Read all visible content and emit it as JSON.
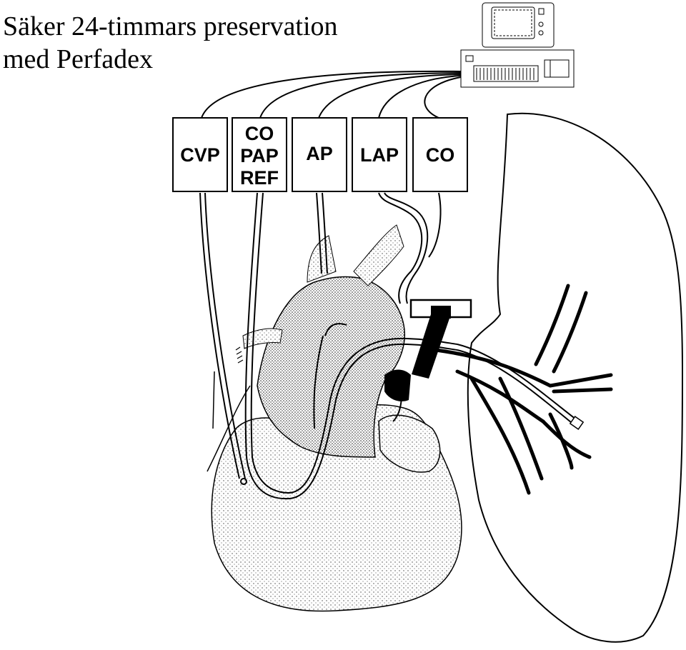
{
  "title": {
    "line1": "Säker 24-timmars preservation",
    "line2": "med Perfadex"
  },
  "boxes": [
    {
      "id": "cvp",
      "lines": [
        "CVP"
      ]
    },
    {
      "id": "co-pap-ref",
      "lines": [
        "CO",
        "PAP",
        "REF"
      ]
    },
    {
      "id": "ap",
      "lines": [
        "AP"
      ]
    },
    {
      "id": "lap",
      "lines": [
        "LAP"
      ]
    },
    {
      "id": "co",
      "lines": [
        "CO"
      ]
    }
  ],
  "icons": {
    "monitor": "monitor-icon",
    "heart": "heart-illustration",
    "lung": "lung-illustration",
    "clamp": "clamp-icon"
  },
  "colors": {
    "ink": "#000000",
    "paper": "#ffffff",
    "shade": "#555555"
  }
}
